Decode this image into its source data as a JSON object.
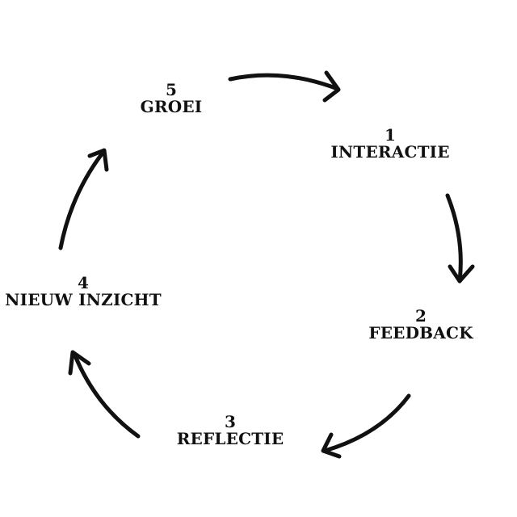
{
  "diagram": {
    "steps": [
      {
        "number": "1",
        "label": "INTERACTIE"
      },
      {
        "number": "2",
        "label": "FEEDBACK"
      },
      {
        "number": "3",
        "label": "REFLECTIE"
      },
      {
        "number": "4",
        "label": "NIEUW INZICHT"
      },
      {
        "number": "5",
        "label": "GROEI"
      }
    ],
    "stroke_color": "#111111"
  }
}
